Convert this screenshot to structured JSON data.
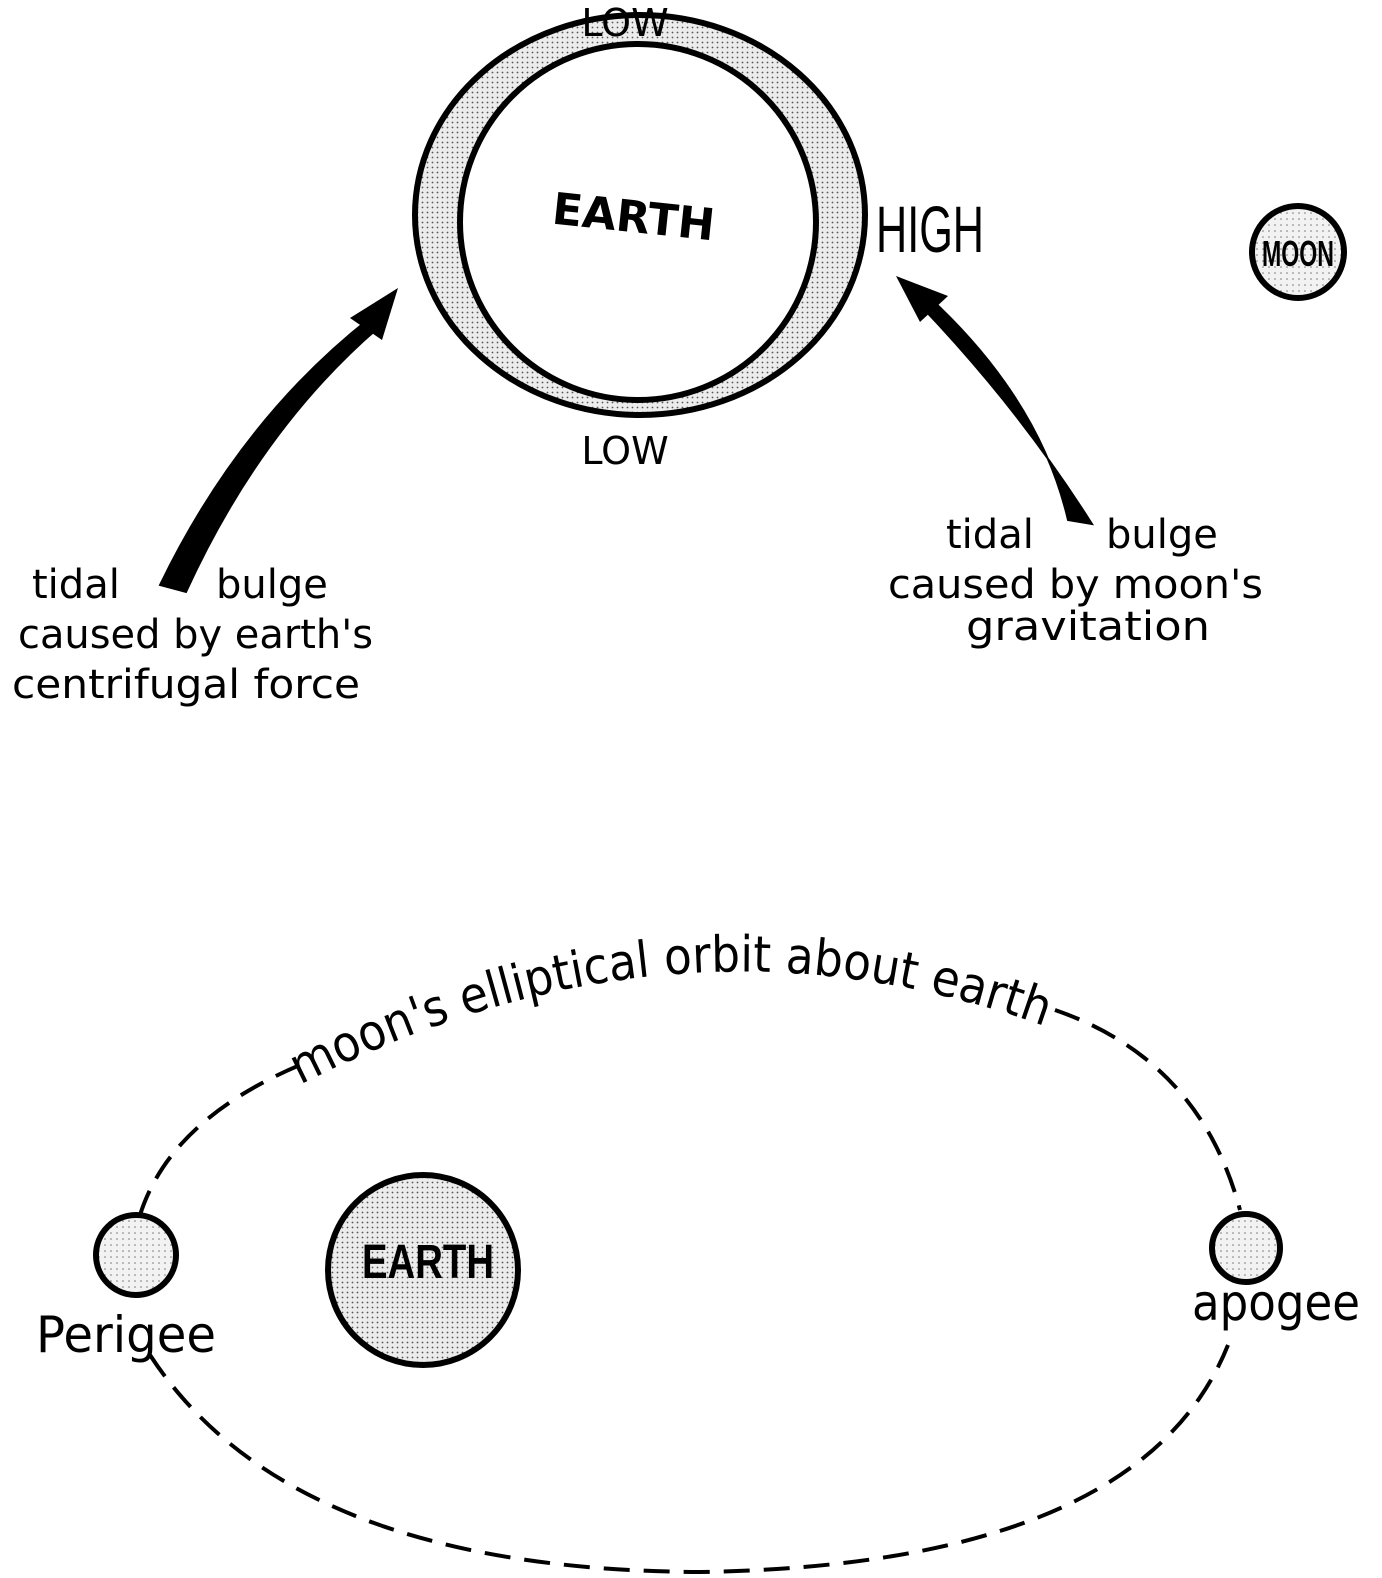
{
  "tidal_diagram": {
    "earth_label": "EARTH",
    "moon_label": "MOON",
    "low_top": "LOW",
    "low_bottom": "LOW",
    "high": "HIGH",
    "left_note": [
      "tidal",
      "bulge",
      "caused by earth's",
      "centrifugal force"
    ],
    "right_note": [
      "tidal",
      "bulge",
      "caused by moon's",
      "gravitation"
    ]
  },
  "orbit_diagram": {
    "orbit_caption": "moon's elliptical orbit about earth",
    "earth_label": "EARTH",
    "perigee": "Perigee",
    "apogee": "apogee"
  },
  "colors": {
    "ink": "#000000",
    "shade": "#d9d9d9",
    "paper": "#ffffff"
  }
}
